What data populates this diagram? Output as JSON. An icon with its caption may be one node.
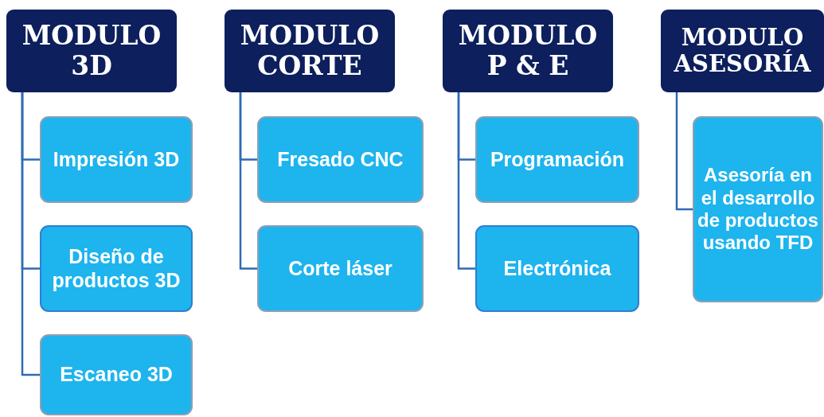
{
  "diagram": {
    "nodes": [
      {
        "text": [
          "MODULO 3D"
        ]
      },
      {
        "text": [
          "Impresión 3D"
        ]
      },
      {
        "text": [
          "Diseño de productos 3D"
        ]
      },
      {
        "text": [
          "Escaneo 3D"
        ]
      },
      {
        "text": [
          "MODULO CORTE"
        ]
      },
      {
        "text": [
          "Fresado CNC"
        ]
      },
      {
        "text": [
          "Corte láser"
        ]
      },
      {
        "text": [
          "MODULO P & E"
        ]
      },
      {
        "text": [
          "Programación"
        ]
      },
      {
        "text": [
          "Electrónica"
        ]
      },
      {
        "text": [
          "MODULO ASESORÍA"
        ]
      },
      {
        "text": [
          "Asesoría en el desarrollo de productos usando TFD"
        ]
      }
    ],
    "edges": [
      {
        "from": 0,
        "to": 1,
        "arrow": "none"
      },
      {
        "from": 0,
        "to": 2,
        "arrow": "none"
      },
      {
        "from": 0,
        "to": 3,
        "arrow": "none"
      },
      {
        "from": 4,
        "to": 5,
        "arrow": "none"
      },
      {
        "from": 4,
        "to": 6,
        "arrow": "none"
      },
      {
        "from": 7,
        "to": 8,
        "arrow": "none"
      },
      {
        "from": 7,
        "to": 9,
        "arrow": "none"
      },
      {
        "from": 10,
        "to": 11,
        "arrow": "none"
      }
    ]
  }
}
